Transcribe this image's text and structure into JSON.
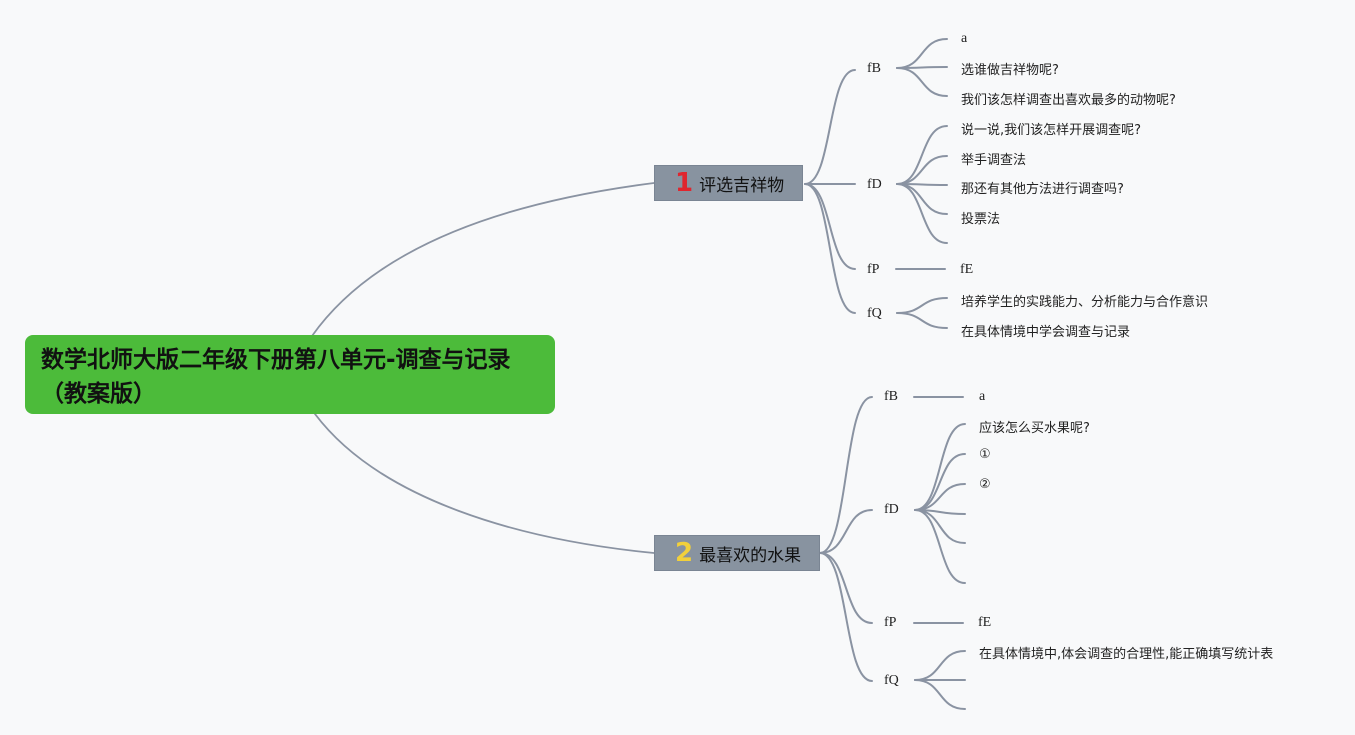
{
  "root": {
    "line1": "数学北师大版二年级下册第八单元-调查与记录",
    "line2": "（教案版）",
    "color": "#4cbb3a"
  },
  "topics": [
    {
      "number": "1",
      "number_color": "#e0262e",
      "label": "评选吉祥物",
      "subs": [
        {
          "label": "fB",
          "leaves": [
            "a",
            "选谁做吉祥物呢?",
            "我们该怎样调查出喜欢最多的动物呢?"
          ]
        },
        {
          "label": "fD",
          "leaves": [
            "说一说,我们该怎样开展调查呢?",
            "举手调查法",
            "那还有其他方法进行调查吗?",
            "投票法",
            ""
          ]
        },
        {
          "label": "fP",
          "leaves": [
            "fE"
          ]
        },
        {
          "label": "fQ",
          "leaves": [
            "培养学生的实践能力、分析能力与合作意识",
            "在具体情境中学会调查与记录"
          ]
        }
      ]
    },
    {
      "number": "2",
      "number_color": "#f2d03b",
      "label": "最喜欢的水果",
      "subs": [
        {
          "label": "fB",
          "leaves": [
            "a"
          ]
        },
        {
          "label": "fD",
          "leaves": [
            "应该怎么买水果呢?",
            "①",
            "②",
            "",
            "",
            ""
          ]
        },
        {
          "label": "fP",
          "leaves": [
            "fE"
          ]
        },
        {
          "label": "fQ",
          "leaves": [
            "在具体情境中,体会调查的合理性,能正确填写统计表",
            "",
            ""
          ]
        }
      ]
    }
  ],
  "line_color": "#8a93a2"
}
